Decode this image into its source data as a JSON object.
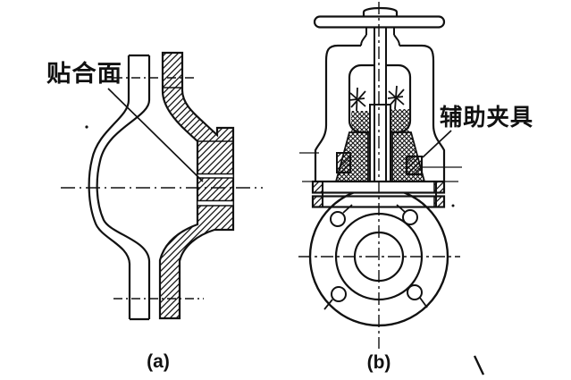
{
  "drawing": {
    "background": "#ffffff",
    "ink": "#111111",
    "figure_a": {
      "caption": "(a)",
      "annotation": "贴合面"
    },
    "figure_b": {
      "caption": "(b)",
      "annotation": "辅助夹具"
    }
  }
}
